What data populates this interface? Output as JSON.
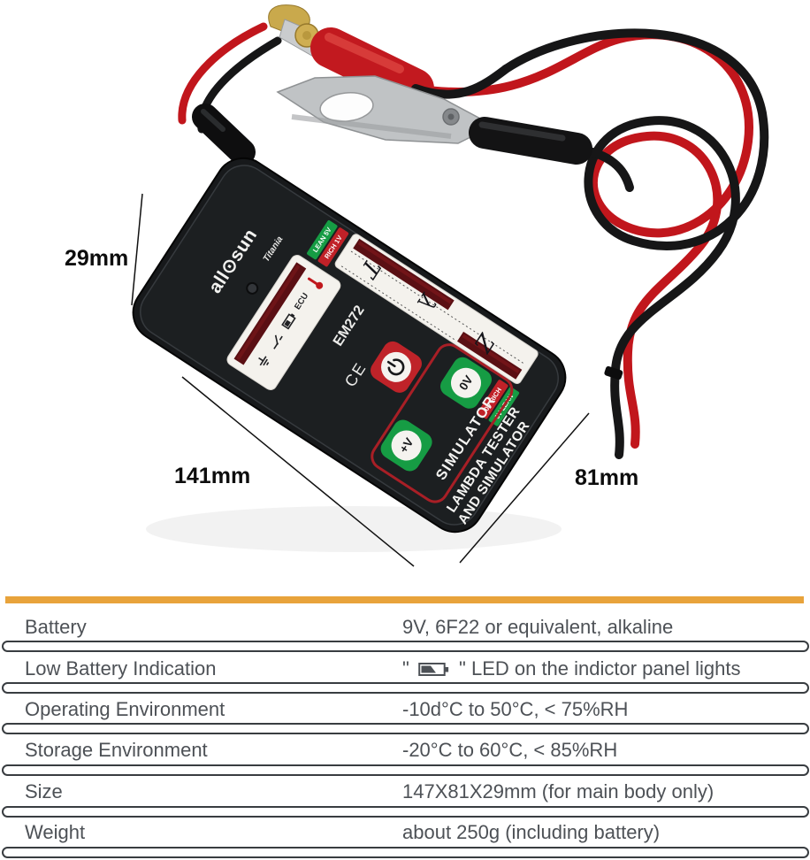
{
  "photo": {
    "brand": "all⊙sun",
    "brand_sub": "Titania",
    "model": "EM272",
    "ce_mark": "CE",
    "display": {
      "symbols": [
        "T",
        "λ",
        "Z"
      ],
      "tag_lean5v": "LEAN 5V",
      "tag_rich1v": "RICH 1V",
      "tag_0vrich": "0V RICH",
      "tag_0vlean": "0V LEAN"
    },
    "panel": {
      "ecu": "ECU"
    },
    "buttons": {
      "zero_v": "0V",
      "plus_v": "+V"
    },
    "simulator_label": "SIMULATOR",
    "product_line1": "LAMBDA TESTER",
    "product_line2": "AND SIMULATOR",
    "dimensions": {
      "height": "29mm",
      "length": "141mm",
      "width": "81mm"
    }
  },
  "table": {
    "rows": [
      {
        "label": "Battery",
        "value": "9V, 6F22  or equivalent, alkaline"
      },
      {
        "label": "Low Battery Indication",
        "value_open": "\" ",
        "value_close": " \" LED on the indictor panel lights"
      },
      {
        "label": "Operating Environment",
        "value": "-10d°C to 50°C, < 75%RH"
      },
      {
        "label": "Storage Environment",
        "value": "-20°C to 60°C, < 85%RH"
      },
      {
        "label": "Size",
        "value": "147X81X29mm (for main body only)"
      },
      {
        "label": "Weight",
        "value": "about 250g (including battery)"
      }
    ]
  },
  "colors": {
    "accent_bar": "#E8A33B",
    "table_text": "#4D5156",
    "tag_green": "#169C44",
    "tag_red": "#C02128",
    "led_maroon": "#5A0F13"
  }
}
